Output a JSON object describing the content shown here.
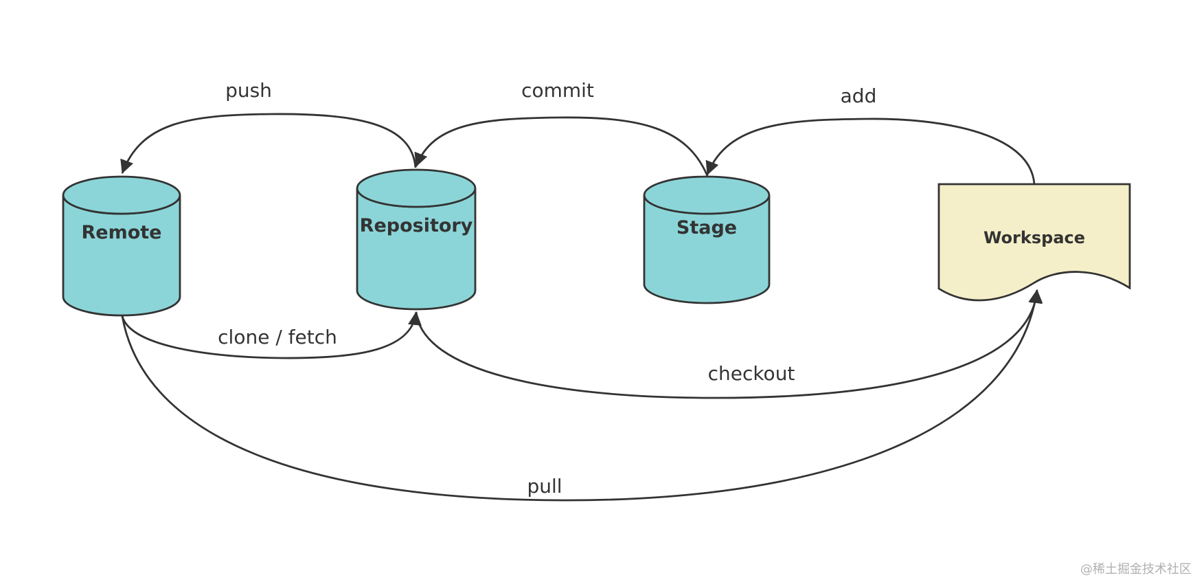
{
  "diagram": {
    "nodes": {
      "remote": {
        "label": "Remote",
        "fill": "#8bd5d8"
      },
      "repository": {
        "label": "Repository",
        "fill": "#8bd5d8"
      },
      "stage": {
        "label": "Stage",
        "fill": "#8bd5d8"
      },
      "workspace": {
        "label": "Workspace",
        "fill": "#f5efc9"
      }
    },
    "edges": {
      "push": {
        "label": "push",
        "from": "Repository",
        "to": "Remote"
      },
      "commit": {
        "label": "commit",
        "from": "Stage",
        "to": "Repository"
      },
      "add": {
        "label": "add",
        "from": "Workspace",
        "to": "Stage"
      },
      "clone_fetch": {
        "label": "clone / fetch",
        "from": "Remote",
        "to": "Repository"
      },
      "checkout": {
        "label": "checkout",
        "from": "Repository",
        "to": "Workspace"
      },
      "pull": {
        "label": "pull",
        "from": "Remote",
        "to": "Workspace"
      }
    },
    "watermark": "@稀土掘金技术社区"
  }
}
